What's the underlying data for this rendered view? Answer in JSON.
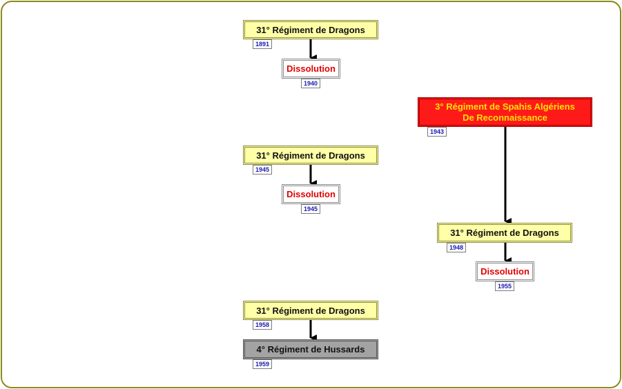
{
  "nodes": {
    "n1": {
      "label": "31° Régiment de Dragons",
      "year": "1891"
    },
    "n2": {
      "label": "Dissolution",
      "year": "1940"
    },
    "n3": {
      "label": "3° Régiment de Spahis Algériens\nDe Reconnaissance",
      "year": "1943"
    },
    "n4": {
      "label": "31° Régiment de Dragons",
      "year": "1945"
    },
    "n5": {
      "label": "Dissolution",
      "year": "1945"
    },
    "n6": {
      "label": "31° Régiment de Dragons",
      "year": "1948"
    },
    "n7": {
      "label": "Dissolution",
      "year": "1955"
    },
    "n8": {
      "label": "31° Régiment de Dragons",
      "year": "1958"
    },
    "n9": {
      "label": "4° Régiment de Hussards",
      "year": "1959"
    }
  },
  "colors": {
    "frame": "#8a8a1a",
    "regiment_fill": "#ffffa8",
    "dissolution_text": "#e00000",
    "spahis_fill": "#ff1a1a",
    "spahis_text": "#ffe400",
    "hussards_fill": "#a3a3a3",
    "year_text": "#1a1ab0"
  }
}
